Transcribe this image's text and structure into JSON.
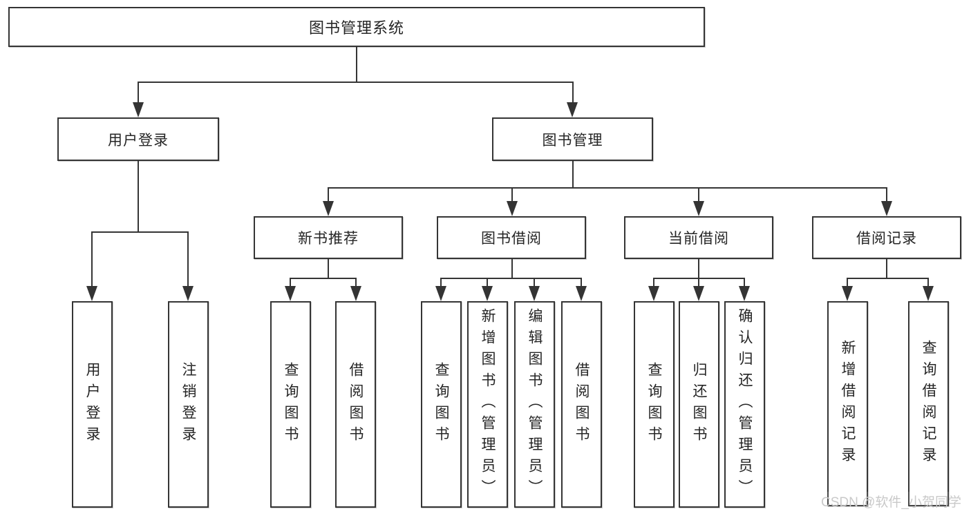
{
  "diagram": {
    "root": {
      "label": "图书管理系统"
    },
    "level2": [
      {
        "label": "用户登录",
        "children": [
          "用户登录",
          "注销登录"
        ]
      },
      {
        "label": "图书管理"
      }
    ],
    "level3": [
      {
        "label": "新书推荐",
        "children": [
          "查询图书",
          "借阅图书"
        ]
      },
      {
        "label": "图书借阅",
        "children": [
          "查询图书",
          "新增图书（管理员）",
          "编辑图书（管理员）",
          "借阅图书"
        ]
      },
      {
        "label": "当前借阅",
        "children": [
          "查询图书",
          "归还图书",
          "确认归还（管理员）"
        ]
      },
      {
        "label": "借阅记录",
        "children": [
          "新增借阅记录",
          "查询借阅记录"
        ]
      }
    ]
  },
  "watermark": {
    "text": "CSDN @软件_小贺同学"
  },
  "colors": {
    "line": "#343434",
    "text": "#252525",
    "background": "#ffffff",
    "watermark": "#c9c9c9"
  }
}
